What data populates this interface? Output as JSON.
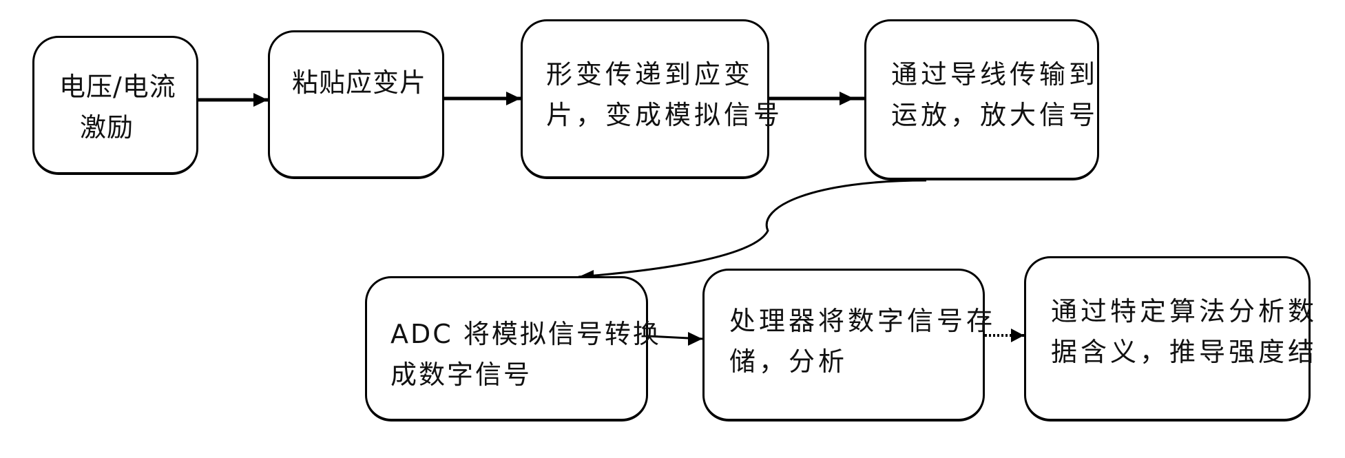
{
  "diagram": {
    "nodes": [
      {
        "id": "n1",
        "lines": [
          "电压/电流",
          "激励"
        ]
      },
      {
        "id": "n2",
        "lines": [
          "粘贴应变片"
        ]
      },
      {
        "id": "n3",
        "lines": [
          "形变传递到应变",
          "片，变成模拟信号"
        ]
      },
      {
        "id": "n4",
        "lines": [
          "通过导线传输到",
          "运放，放大信号"
        ]
      },
      {
        "id": "n5",
        "lines": [
          "ADC 将模拟信号转换",
          "成数字信号"
        ]
      },
      {
        "id": "n6",
        "lines": [
          "处理器将数字信号存",
          "储，分析"
        ]
      },
      {
        "id": "n7",
        "lines": [
          "通过特定算法分析数",
          "据含义，推导强度结"
        ]
      }
    ],
    "edges": [
      {
        "from": "n1",
        "to": "n2",
        "style": "solid"
      },
      {
        "from": "n2",
        "to": "n3",
        "style": "solid"
      },
      {
        "from": "n3",
        "to": "n4",
        "style": "solid"
      },
      {
        "from": "n4",
        "to": "n5",
        "style": "curved"
      },
      {
        "from": "n5",
        "to": "n6",
        "style": "solid"
      },
      {
        "from": "n6",
        "to": "n7",
        "style": "dotted"
      }
    ],
    "colors": {
      "stroke": "#000000",
      "text": "#111111",
      "background": "#ffffff"
    }
  }
}
